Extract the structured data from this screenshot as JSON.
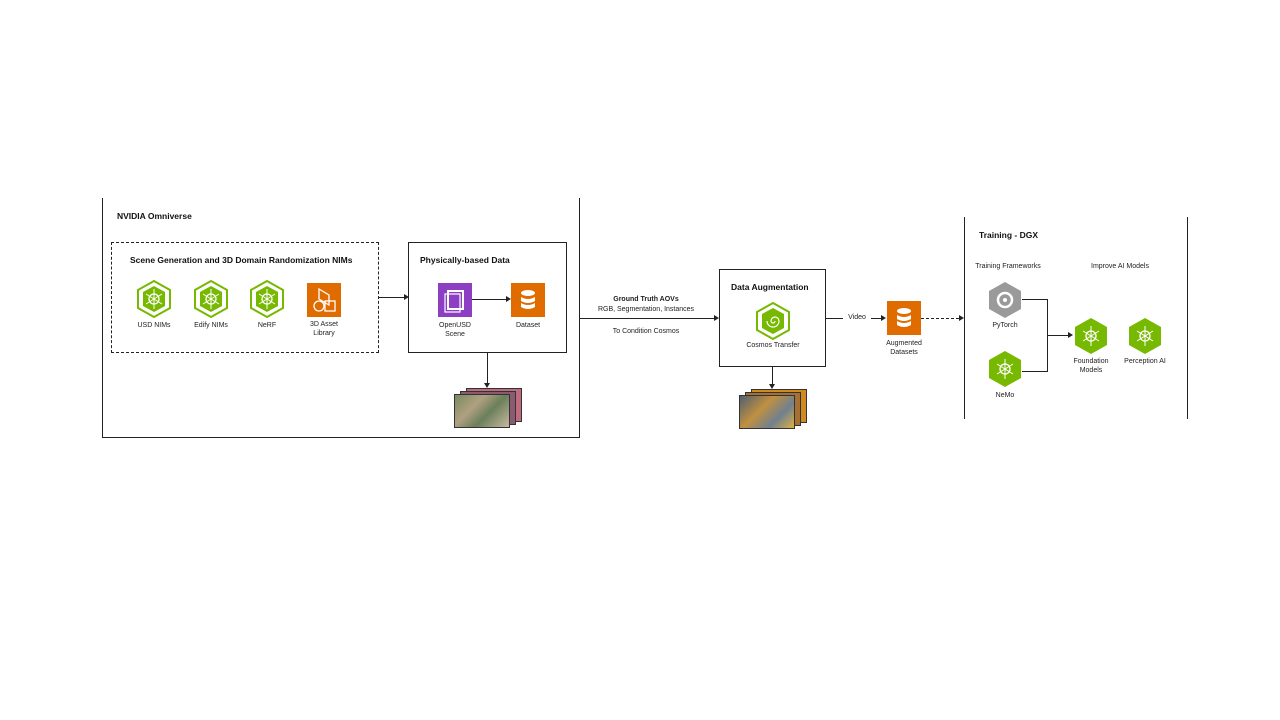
{
  "omniverse": {
    "title": "NVIDIA Omniverse",
    "scene_gen": {
      "title": "Scene Generation and 3D Domain Randomization NIMs",
      "items": [
        "USD NIMs",
        "Edify NIMs",
        "NeRF",
        "3D Asset\nLibrary"
      ]
    },
    "physical": {
      "title": "Physically-based Data",
      "items": [
        "OpenUSD\nScene",
        "Dataset"
      ]
    }
  },
  "ground_truth": {
    "title": "Ground Truth AOVs",
    "subtitle": "RGB, Segmentation, Instances",
    "note": "To Condition Cosmos"
  },
  "augmentation": {
    "title": "Data Augmentation",
    "item": "Cosmos Transfer"
  },
  "video_label": "Video",
  "augmented": "Augmented\nDatasets",
  "training": {
    "title": "Training - DGX",
    "frameworks_header": "Training Frameworks",
    "improve_header": "Improve AI Models",
    "frameworks": [
      "PyTorch",
      "NeMo"
    ],
    "models": [
      "Foundation\nModels",
      "Perception AI"
    ]
  },
  "colors": {
    "nim_green": "#76b900",
    "orange": "#e06c00",
    "purple": "#8c3fc3",
    "gray": "#9a9a9a"
  }
}
